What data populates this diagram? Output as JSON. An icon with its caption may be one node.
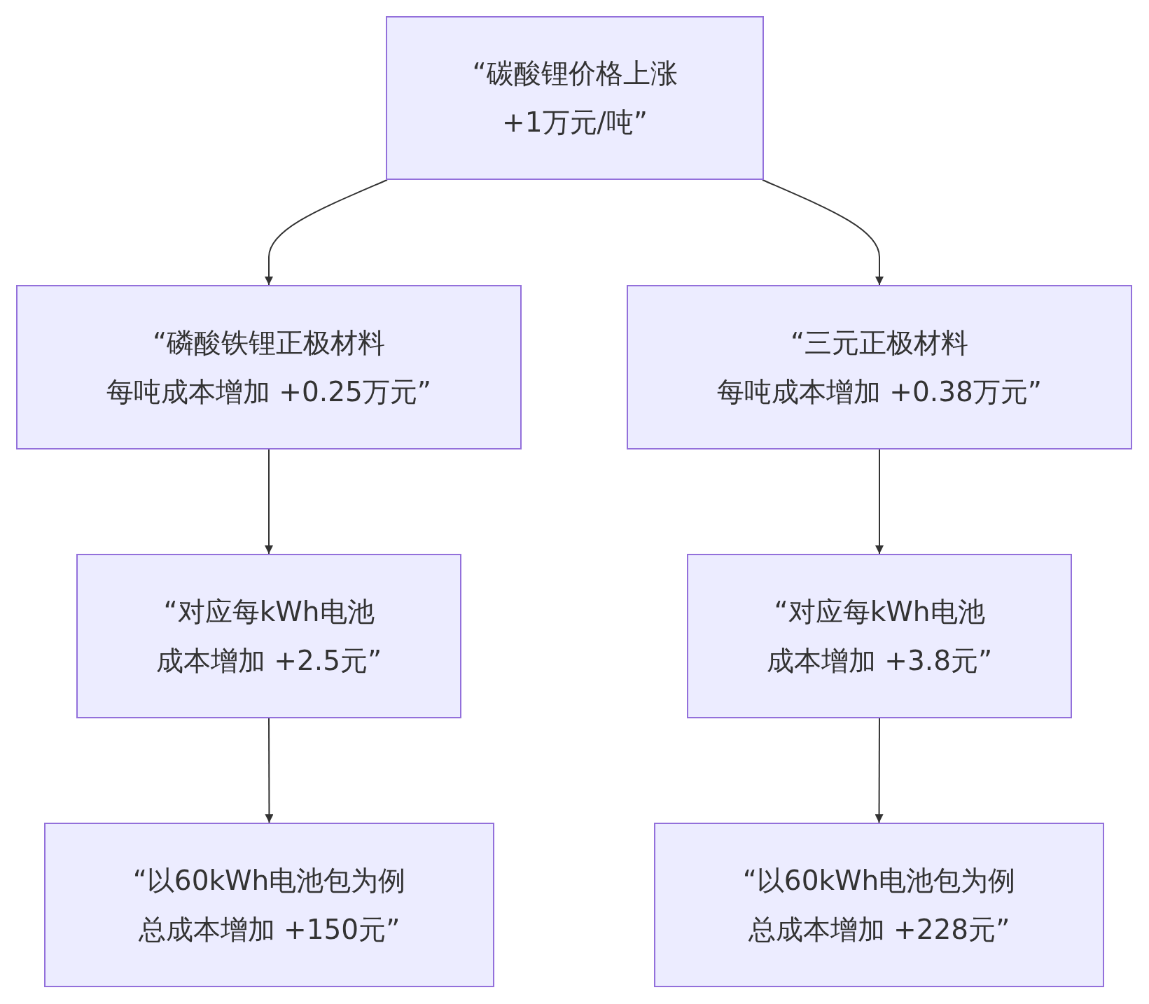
{
  "diagram": {
    "nodes": [
      {
        "text": [
          "“碳酸锂价格上涨",
          "+1万元/吨”"
        ]
      },
      {
        "text": [
          "“磷酸铁锂正极材料",
          "每吨成本增加 +0.25万元”"
        ]
      },
      {
        "text": [
          "“三元正极材料",
          "每吨成本增加 +0.38万元”"
        ]
      },
      {
        "text": [
          "“对应每kWh电池",
          "成本增加 +2.5元”"
        ]
      },
      {
        "text": [
          "“对应每kWh电池",
          "成本增加 +3.8元”"
        ]
      },
      {
        "text": [
          "“以60kWh电池包为例",
          "总成本增加 +150元”"
        ]
      },
      {
        "text": [
          "“以60kWh电池包为例",
          "总成本增加 +228元”"
        ]
      }
    ],
    "edges": [
      {
        "from": 0,
        "to": 1,
        "arrow": "to"
      },
      {
        "from": 0,
        "to": 2,
        "arrow": "to"
      },
      {
        "from": 1,
        "to": 3,
        "arrow": "to"
      },
      {
        "from": 2,
        "to": 4,
        "arrow": "to"
      },
      {
        "from": 3,
        "to": 5,
        "arrow": "to"
      },
      {
        "from": 4,
        "to": 6,
        "arrow": "to"
      }
    ]
  }
}
